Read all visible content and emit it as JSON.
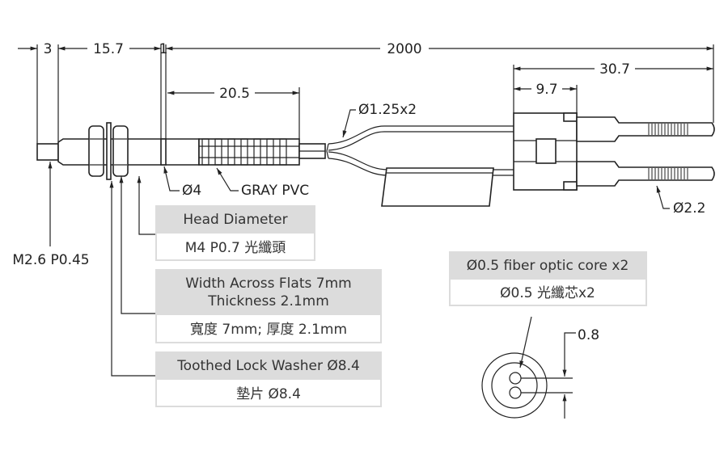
{
  "dimensions": {
    "tip_length": "3",
    "thread_length": "15.7",
    "sleeve_width": "1",
    "cable_length": "2000",
    "boot_length": "20.5",
    "connector_length": "30.7",
    "connector_body": "9.7",
    "core_pitch": "0.8"
  },
  "callouts": {
    "fiber_diameter": "Ø1.25x2",
    "ferrule_diameter": "Ø2.2",
    "sleeve_diameter": "Ø4",
    "boot_material": "GRAY PVC",
    "tip_thread": "M2.6 P0.45"
  },
  "boxes": {
    "head": {
      "title": "Head Diameter",
      "body": "M4 P0.7 光纖頭"
    },
    "nut": {
      "title_line1": "Width Across Flats 7mm",
      "title_line2": "Thickness 2.1mm",
      "body": "寬度 7mm; 厚度 2.1mm"
    },
    "washer": {
      "title": "Toothed Lock Washer Ø8.4",
      "body": "墊片 Ø8.4"
    },
    "core": {
      "title": "Ø0.5 fiber optic core x2",
      "body": "Ø0.5 光纖芯x2"
    }
  }
}
